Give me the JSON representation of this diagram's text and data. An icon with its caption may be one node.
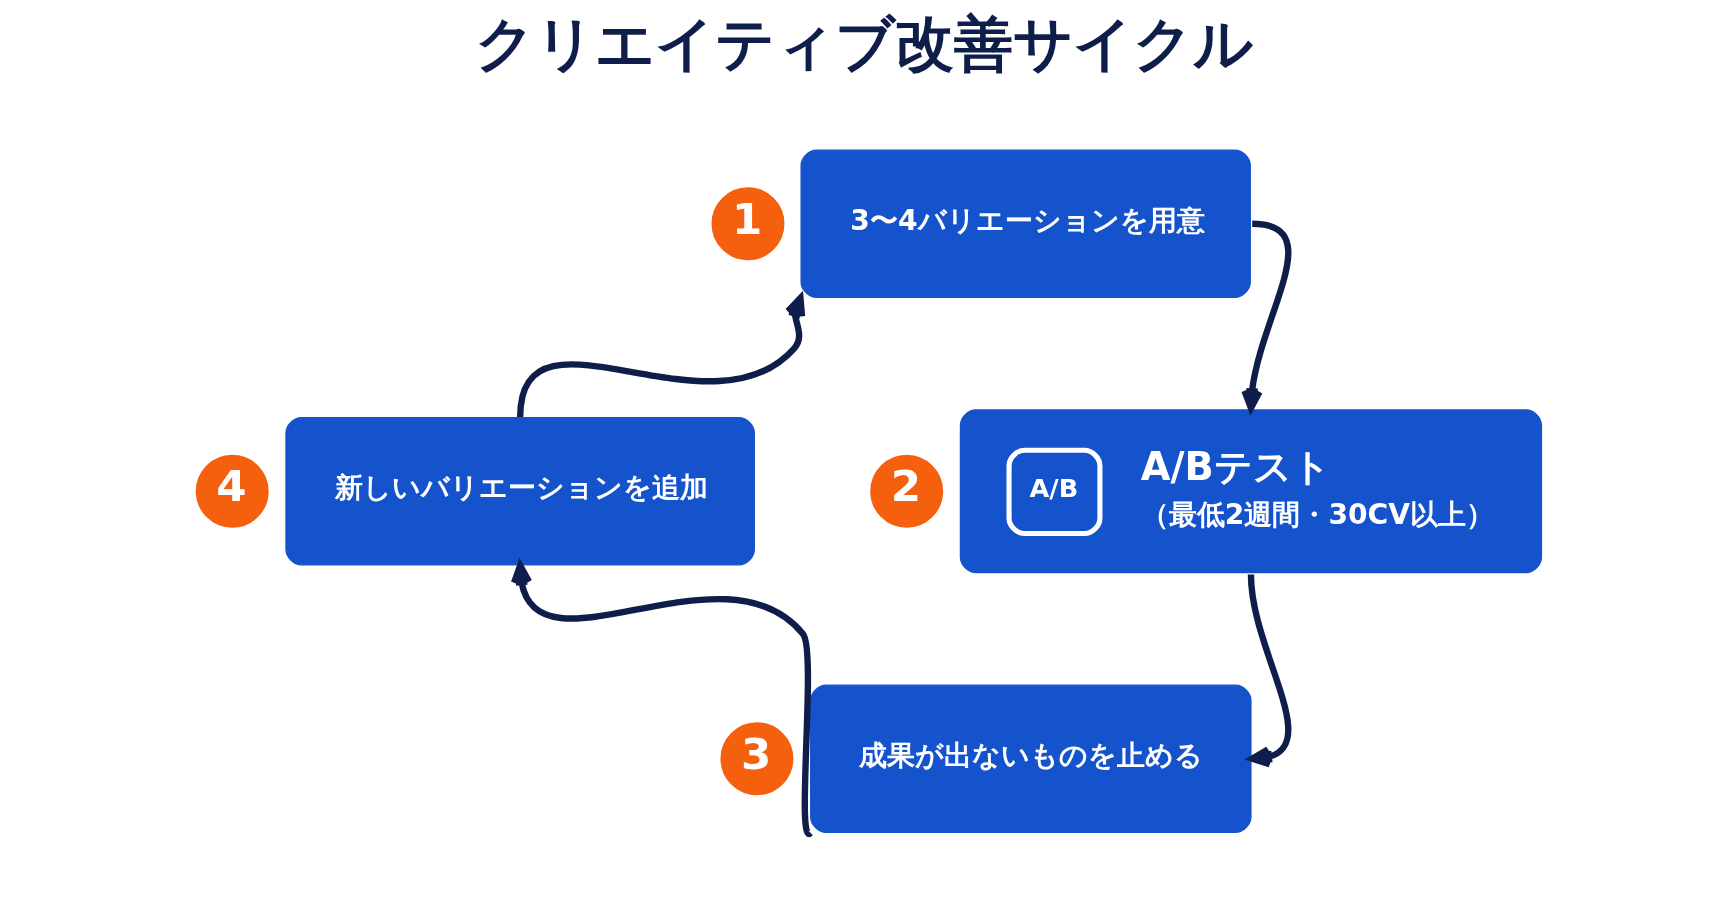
{
  "diagram": {
    "title": "クリエイティブ改善サイクル",
    "nodes": [
      {
        "text": [
          "1"
        ]
      },
      {
        "text": [
          "3〜4バリエーションを用意"
        ]
      },
      {
        "text": [
          "2"
        ]
      },
      {
        "text": [
          "A/B",
          "A/Bテスト",
          "（最低2週間・30CV以上）"
        ]
      },
      {
        "text": [
          "3"
        ]
      },
      {
        "text": [
          "成果が出ないものを止める"
        ]
      },
      {
        "text": [
          "4"
        ]
      },
      {
        "text": [
          "新しいバリエーションを追加"
        ]
      }
    ],
    "edges": [
      {
        "from": 1,
        "to": 3,
        "arrow": "to"
      },
      {
        "from": 3,
        "to": 5,
        "arrow": "to"
      },
      {
        "from": 5,
        "to": 7,
        "arrow": "to"
      },
      {
        "from": 7,
        "to": 1,
        "arrow": "to"
      }
    ]
  }
}
